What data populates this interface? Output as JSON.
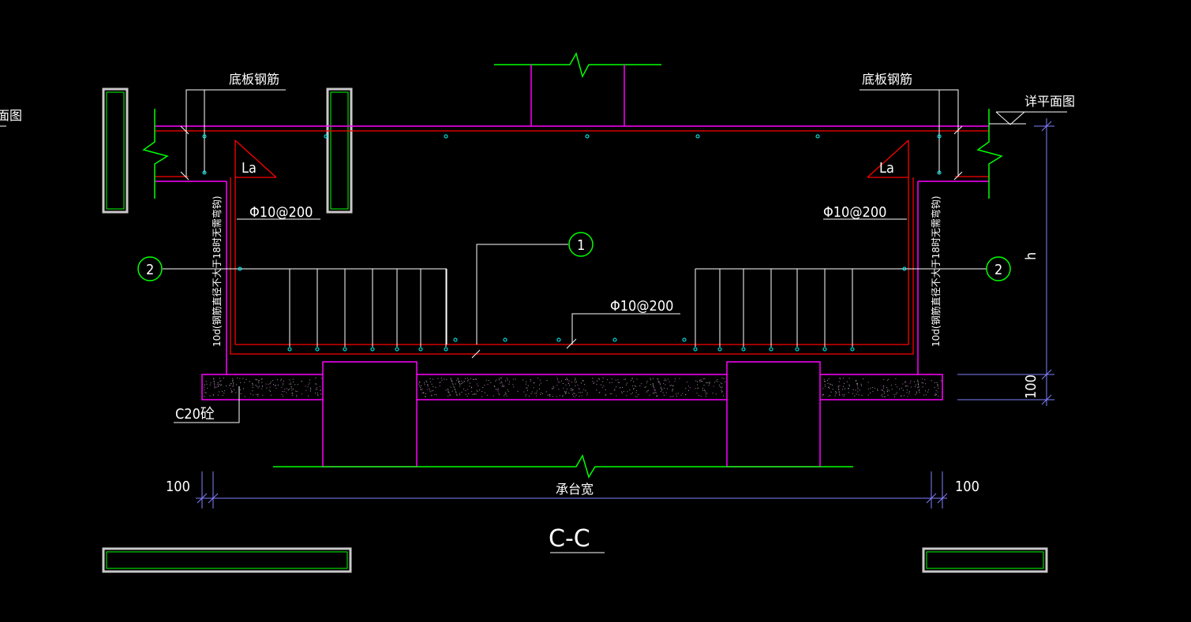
{
  "labels": {
    "bottom_rebar_left": "底板钢筋",
    "bottom_rebar_right": "底板钢筋",
    "detail_plan_right": "详平面图",
    "detail_plan_left_fragment": "面图",
    "la_left": "La",
    "la_right": "La",
    "phi10_left": "Φ10@200",
    "phi10_right": "Φ10@200",
    "phi10_center": "Φ10@200",
    "circle_1": "1",
    "circle_2_left": "2",
    "circle_2_right": "2",
    "vertical_note_left": "10d(钢筋直径不大于18时无需弯钩)",
    "vertical_note_right": "10d(钢筋直径不大于18时无需弯钩)",
    "h": "h",
    "dim_100_side": "100",
    "c20": "C20砼",
    "dim_100_left": "100",
    "dim_100_right": "100",
    "cap_width": "承台宽",
    "section_title": "C-C"
  },
  "colors": {
    "background": "#000000",
    "magenta": "#ff00ff",
    "red": "#ff0000",
    "green": "#00ff00",
    "cyan": "#00ffff",
    "white": "#ffffff",
    "blue_dim": "#8080ff",
    "gray_frame": "#c0c0c0"
  }
}
